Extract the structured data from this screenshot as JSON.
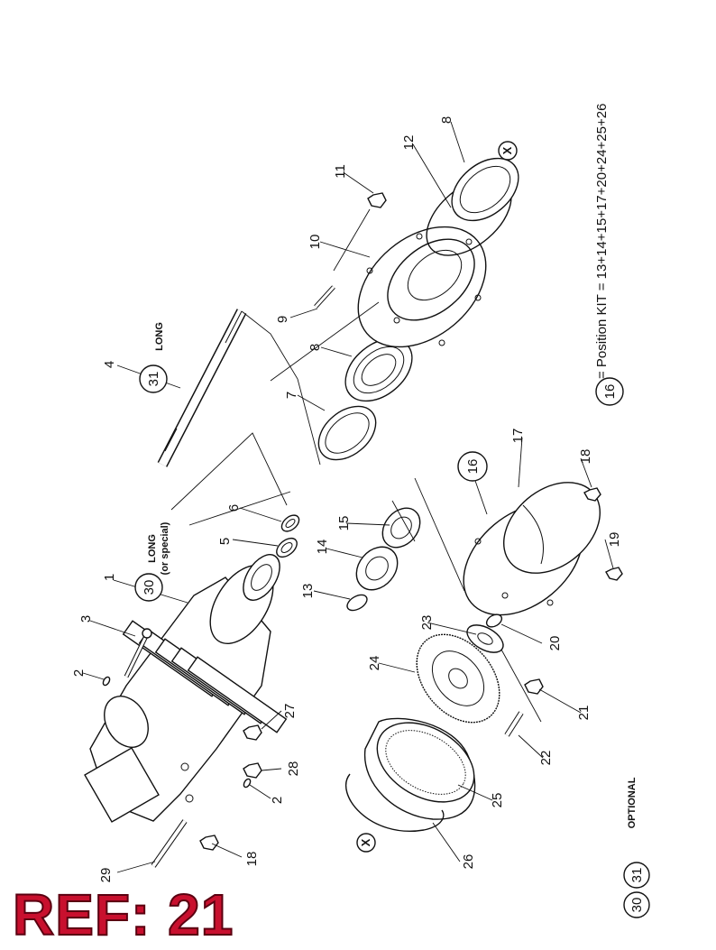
{
  "labels": {
    "p1": "1",
    "p2a": "2",
    "p2b": "2",
    "p3": "3",
    "p4": "4",
    "p5": "5",
    "p6": "6",
    "p7": "7",
    "p8a": "8",
    "p8b": "8",
    "p9": "9",
    "p10": "10",
    "p11": "11",
    "p12": "12",
    "p13": "13",
    "p14": "14",
    "p15": "15",
    "p17": "17",
    "p18a": "18",
    "p18b": "18",
    "p19": "19",
    "p20": "20",
    "p21": "21",
    "p22": "22",
    "p23": "23",
    "p24": "24",
    "p25": "25",
    "p26": "26",
    "p27": "27",
    "p28": "28",
    "p29": "29"
  },
  "circled": {
    "c30_main": "30",
    "c31_main": "31",
    "c16_main": "16",
    "c16_legend": "16",
    "c30_legend": "30",
    "c31_legend": "31"
  },
  "notes": {
    "long": "LONG",
    "long_special_1": "LONG",
    "long_special_2": "(or special)",
    "optional": "OPTIONAL",
    "x_mark": "X"
  },
  "legend": {
    "kit_text": "= Position KIT = 13+14+15+17+20+24+25+26"
  },
  "ref_stamp": "REF: 21"
}
